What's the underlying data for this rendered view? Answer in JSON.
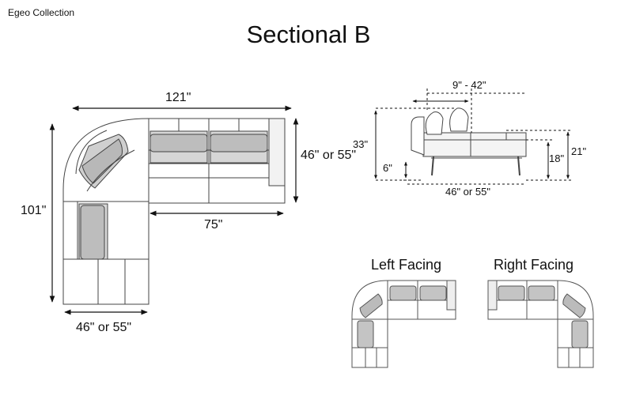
{
  "brand": "Egeo Collection",
  "title": "Sectional B",
  "main_view": {
    "width": "121\"",
    "height": "101\"",
    "depth_right": "46\" or 55\"",
    "section_length": "75\"",
    "depth_bottom": "46\" or 55\""
  },
  "side_view": {
    "headrest_range": "9\" - 42\"",
    "total_height": "33\"",
    "leg_height": "6\"",
    "seat_height": "18\"",
    "arm_height": "21\"",
    "depth": "46\" or 55\""
  },
  "variants": {
    "left": "Left Facing",
    "right": "Right Facing"
  }
}
